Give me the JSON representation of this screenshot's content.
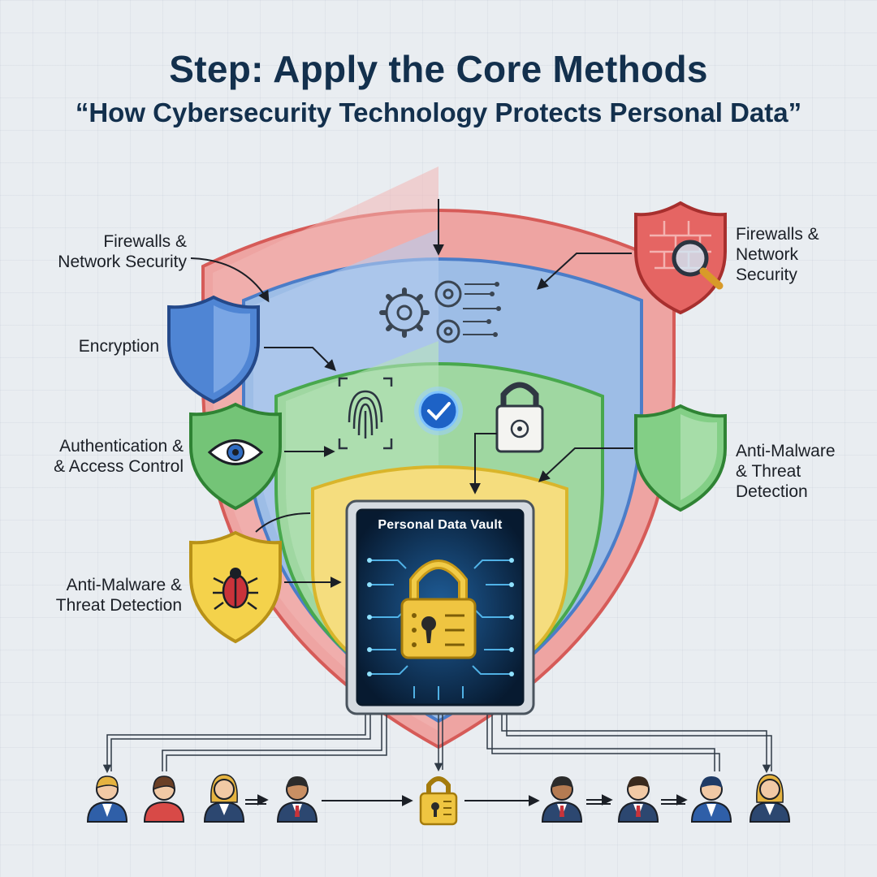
{
  "header": {
    "title": "Step: Apply the Core Methods",
    "subtitle": "“How Cybersecurity Technology Protects Personal Data”"
  },
  "left_labels": {
    "firewalls": [
      "Firewalls &",
      "Network Security"
    ],
    "encryption": [
      "Encryption"
    ],
    "authentication": [
      "Authentication &",
      "& Access Control"
    ],
    "anti_malware": [
      "Anti-Malware &",
      "Threat Detection"
    ]
  },
  "right_labels": {
    "firewalls": [
      "Firewalls &",
      "Network",
      "Security"
    ],
    "anti_malware": [
      "Anti-Malware",
      "& Threat",
      "Detection"
    ]
  },
  "vault": {
    "title": "Personal Data Vault"
  },
  "colors": {
    "red_layer": "#e88a88",
    "blue_layer": "#8fb1e0",
    "green_layer": "#92cf94",
    "yellow_layer": "#f2d66a",
    "accent_navy": "#13304d"
  }
}
